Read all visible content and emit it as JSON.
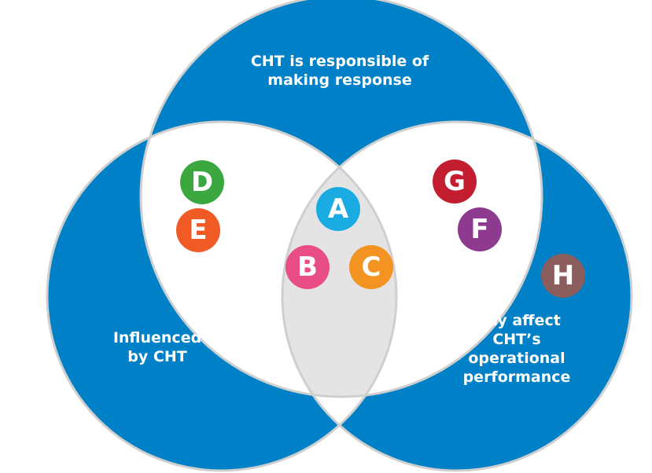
{
  "colors": {
    "set_fill": "#0080c6",
    "intersection_fill": "#ffffff",
    "center_fill": "#e4e4e4",
    "outline": "#cfcfcf"
  },
  "sets": [
    {
      "id": "top",
      "lines": [
        "CHT is responsible of",
        "making response"
      ]
    },
    {
      "id": "left",
      "lines": [
        "Influenced",
        "by CHT"
      ]
    },
    {
      "id": "right",
      "lines": [
        "May affect",
        "CHT’s",
        "operational",
        "performance"
      ]
    }
  ],
  "markers": [
    {
      "letter": "A",
      "region": "all-three",
      "color": "#1aabe3"
    },
    {
      "letter": "B",
      "region": "all-three",
      "color": "#e84d85"
    },
    {
      "letter": "C",
      "region": "all-three",
      "color": "#f39321"
    },
    {
      "letter": "D",
      "region": "top-left",
      "color": "#3aa83f"
    },
    {
      "letter": "E",
      "region": "top-left",
      "color": "#f05a24"
    },
    {
      "letter": "G",
      "region": "top-right",
      "color": "#c21e2f"
    },
    {
      "letter": "F",
      "region": "top-right",
      "color": "#8e3b8f"
    },
    {
      "letter": "H",
      "region": "right",
      "color": "#8c5d5d"
    }
  ]
}
